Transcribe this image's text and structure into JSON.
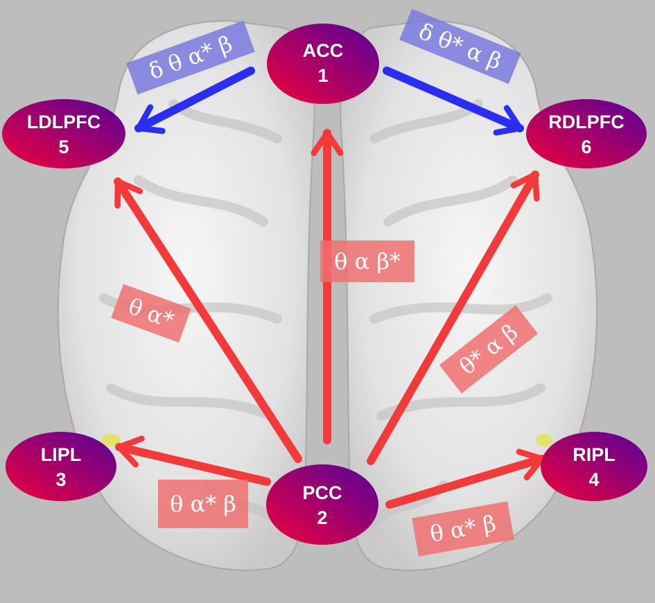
{
  "nodes": {
    "acc": {
      "name": "ACC",
      "number": "1"
    },
    "pcc": {
      "name": "PCC",
      "number": "2"
    },
    "lipl": {
      "name": "LIPL",
      "number": "3"
    },
    "ripl": {
      "name": "RIPL",
      "number": "4"
    },
    "ldlpfc": {
      "name": "LDLPFC",
      "number": "5"
    },
    "rdlpfc": {
      "name": "RDLPFC",
      "number": "6"
    }
  },
  "edges": {
    "acc_to_ldlpfc": {
      "bands": "δ θ α* β"
    },
    "acc_to_rdlpfc": {
      "bands": "δ θ* α β"
    },
    "pcc_to_acc": {
      "bands": "θ α β*"
    },
    "pcc_to_ldlpfc": {
      "bands": "θ α*"
    },
    "pcc_to_rdlpfc": {
      "bands": "θ* α β"
    },
    "pcc_to_lipl": {
      "bands": "θ α* β"
    },
    "pcc_to_ripl": {
      "bands": "θ α* β"
    }
  },
  "colors": {
    "background": "#bdbdbd",
    "node_gradient_start": "#f0003a",
    "node_gradient_end": "#55009a",
    "arrow_red": "#f23a3a",
    "arrow_blue": "#2a2ef0",
    "label_red_bg": "#f07070",
    "label_blue_bg": "#7a7ae0"
  }
}
